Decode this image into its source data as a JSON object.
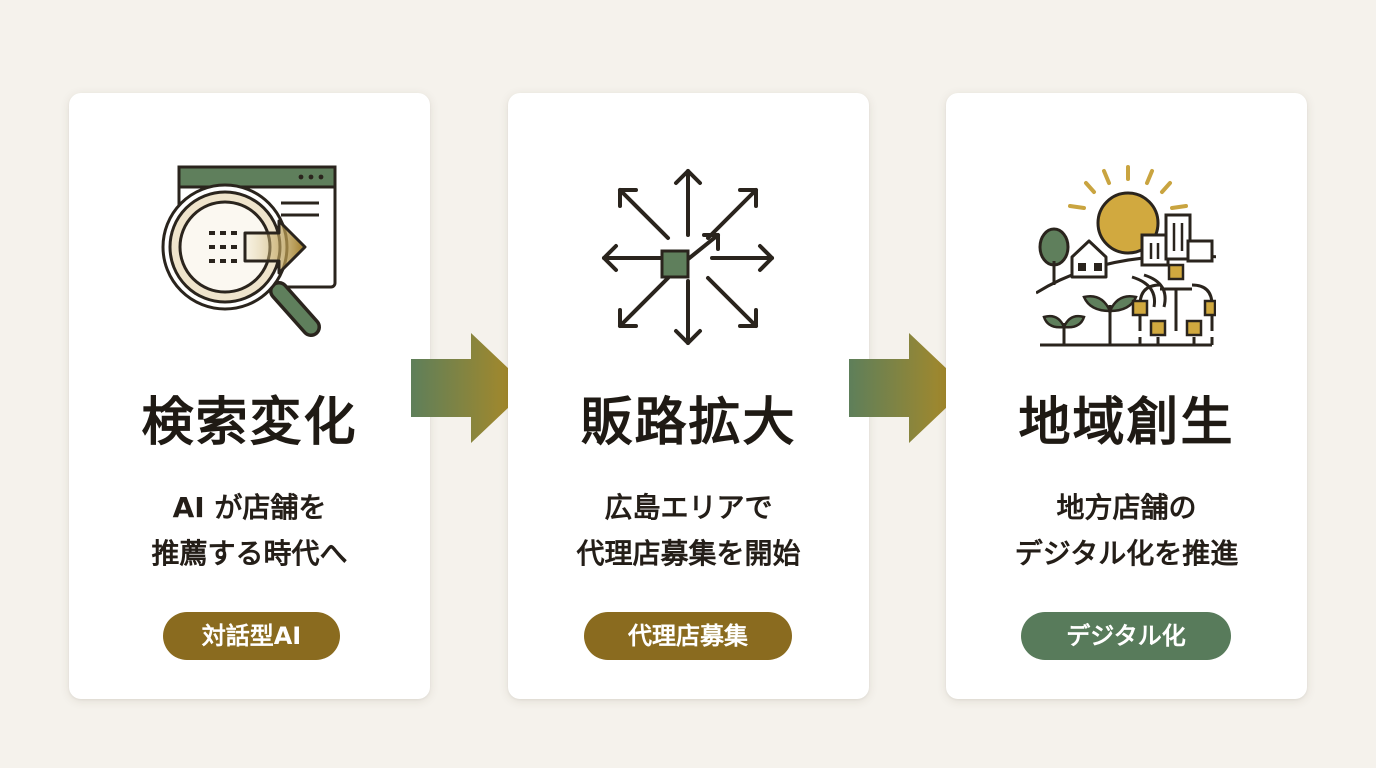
{
  "colors": {
    "background": "#f5f2ec",
    "card": "#ffffff",
    "text_dark": "#1f1a14",
    "accent_gold": "#8a6b1f",
    "accent_green": "#587b5b",
    "icon_green": "#5f7f5c",
    "icon_gold": "#c9a440",
    "icon_stroke": "#2a241d"
  },
  "cards": [
    {
      "icon": "search-browser-arrow-icon",
      "title": "検索変化",
      "desc_lines": [
        "AI が店舗を",
        "推薦する時代へ"
      ],
      "tag": "対話型AI",
      "tag_color": "#8a6b1f"
    },
    {
      "icon": "expand-arrows-icon",
      "title": "販路拡大",
      "desc_lines": [
        "広島エリアで",
        "代理店募集を開始"
      ],
      "tag": "代理店募集",
      "tag_color": "#8a6b1f"
    },
    {
      "icon": "regional-town-icon",
      "title": "地域創生",
      "desc_lines": [
        "地方店舗の",
        "デジタル化を推進"
      ],
      "tag": "デジタル化",
      "tag_color": "#587b5b"
    }
  ],
  "flow_arrows": [
    "flow-arrow-icon",
    "flow-arrow-icon"
  ]
}
